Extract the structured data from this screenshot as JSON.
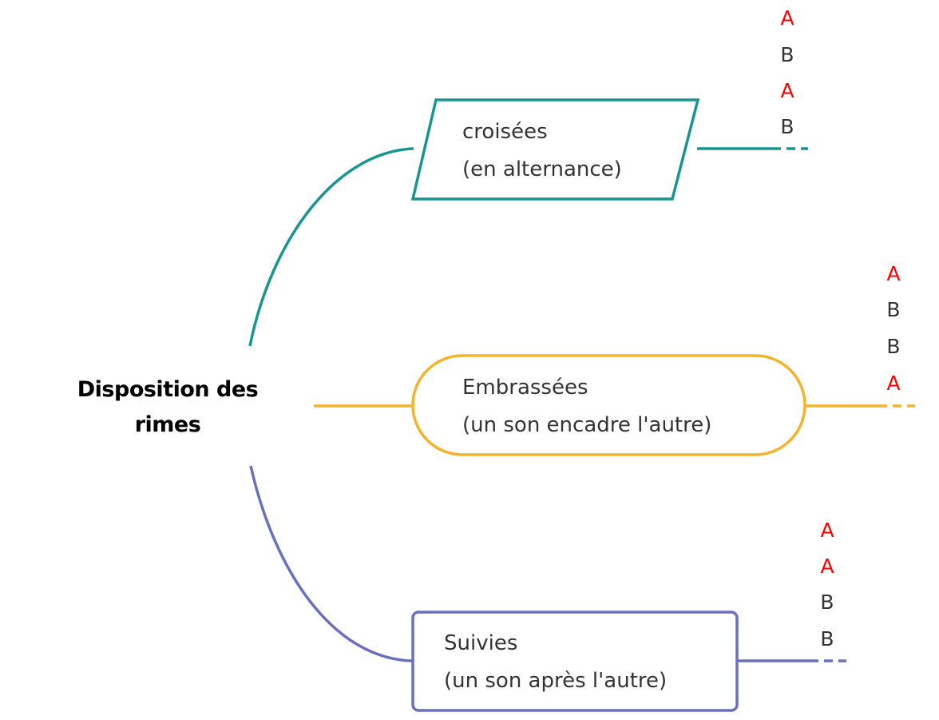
{
  "center": {
    "title_line1": "Disposition des",
    "title_line2": "rimes"
  },
  "branches": [
    {
      "id": "croisees",
      "line1": "croisées",
      "line2": "(en alternance)",
      "color": "#17968f",
      "shape": "parallelogram",
      "scheme": [
        "A",
        "B",
        "A",
        "B"
      ]
    },
    {
      "id": "embrassees",
      "line1": "Embrassées",
      "line2": "(un son encadre l'autre)",
      "color": "#f2b42d",
      "shape": "pill",
      "scheme": [
        "A",
        "B",
        "B",
        "A"
      ]
    },
    {
      "id": "suivies",
      "line1": "Suivies",
      "line2": "(un son après l'autre)",
      "color": "#6b6fbf",
      "shape": "rounded-rect",
      "scheme": [
        "A",
        "A",
        "B",
        "B"
      ]
    }
  ],
  "letter_colors": {
    "A": "#ff0000",
    "B": "#333333"
  }
}
